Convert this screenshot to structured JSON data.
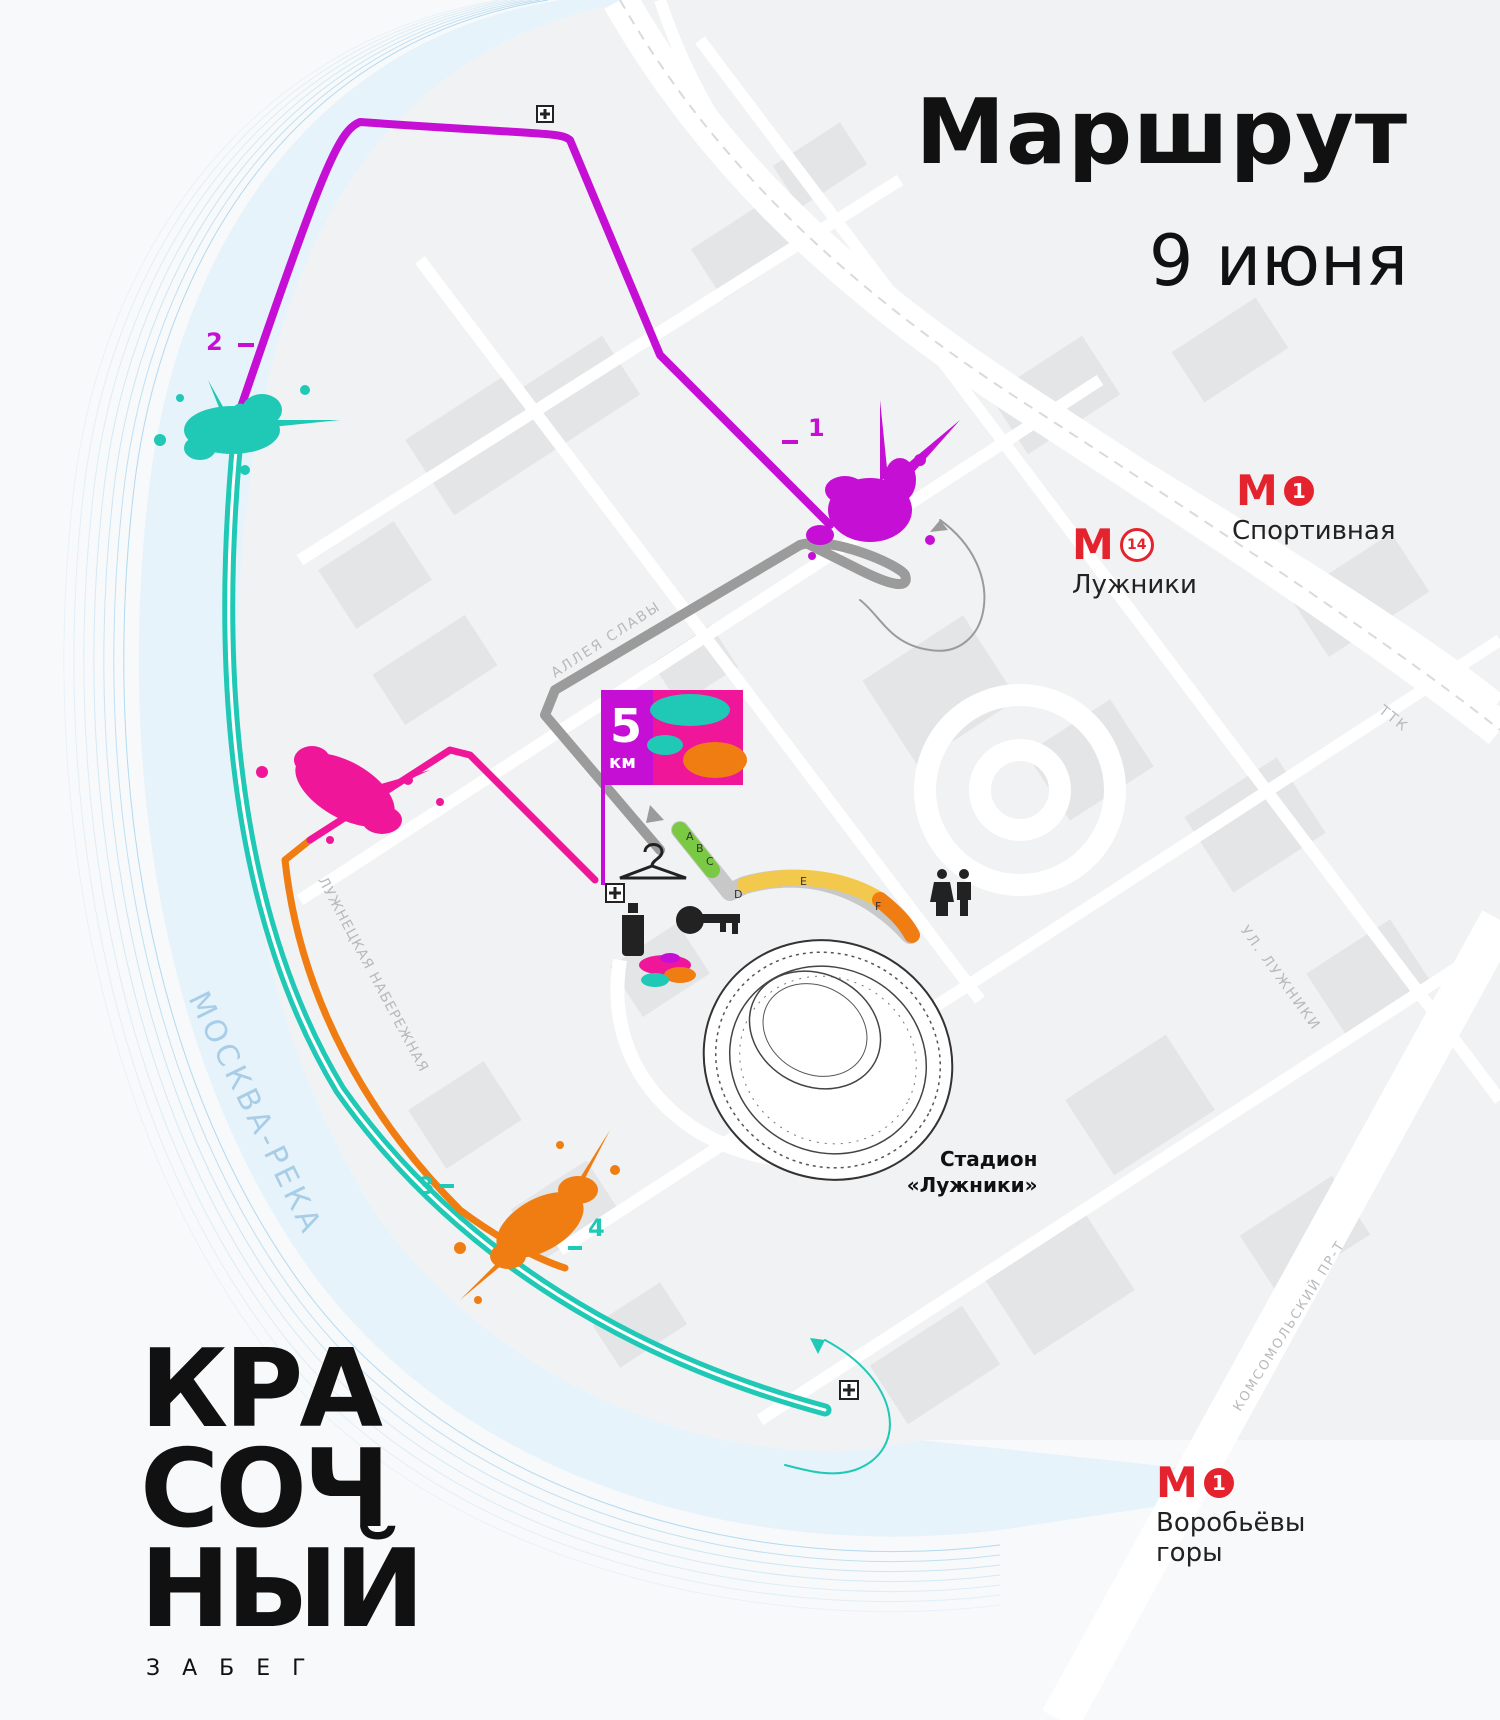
{
  "header": {
    "title": "Маршрут",
    "date": "9 июня"
  },
  "route": {
    "distance_value": "5",
    "distance_unit": "км",
    "checkpoints": [
      {
        "label": "1",
        "color": "#c50fd5"
      },
      {
        "label": "2",
        "color": "#c50fd5"
      },
      {
        "label": "3",
        "color": "#1fc9b5"
      },
      {
        "label": "4",
        "color": "#1fc9b5"
      }
    ],
    "start_zones": [
      "A",
      "B",
      "C",
      "D",
      "E",
      "F"
    ],
    "segment_colors": {
      "purple": "#c50fd5",
      "teal": "#1fc9b5",
      "orange": "#f07d12",
      "magenta": "#f0169a",
      "gray": "#9b9b9b"
    }
  },
  "metro": [
    {
      "name": "Спортивная",
      "line": "1"
    },
    {
      "name": "Лужники",
      "line": "14"
    },
    {
      "name": "Воробьёвы горы",
      "line": "1"
    }
  ],
  "metro_logo": "М",
  "streets": {
    "alley": "АЛЛЕЯ СЛАВЫ",
    "ttk": "ТТК",
    "luzhniki_st": "УЛ. ЛУЖНИКИ",
    "embankment": "ЛУЖНЕЦКАЯ НАБЕРЕЖНАЯ",
    "river": "МОСКВА-РЕКА",
    "komsomolsky": "КОМСОМОЛЬСКИЙ ПР-Т"
  },
  "stadium": {
    "line1": "Стадион",
    "line2": "«Лужники»"
  },
  "logo": {
    "line1": "КРА",
    "line2": "СОЧ",
    "line3": "НЫЙ",
    "tagline": "ЗАБЕГ"
  },
  "icons": [
    "first-aid-icon",
    "hanger-icon",
    "key-icon",
    "water-bottle-icon",
    "toilet-icon",
    "finish-flag-icon"
  ]
}
